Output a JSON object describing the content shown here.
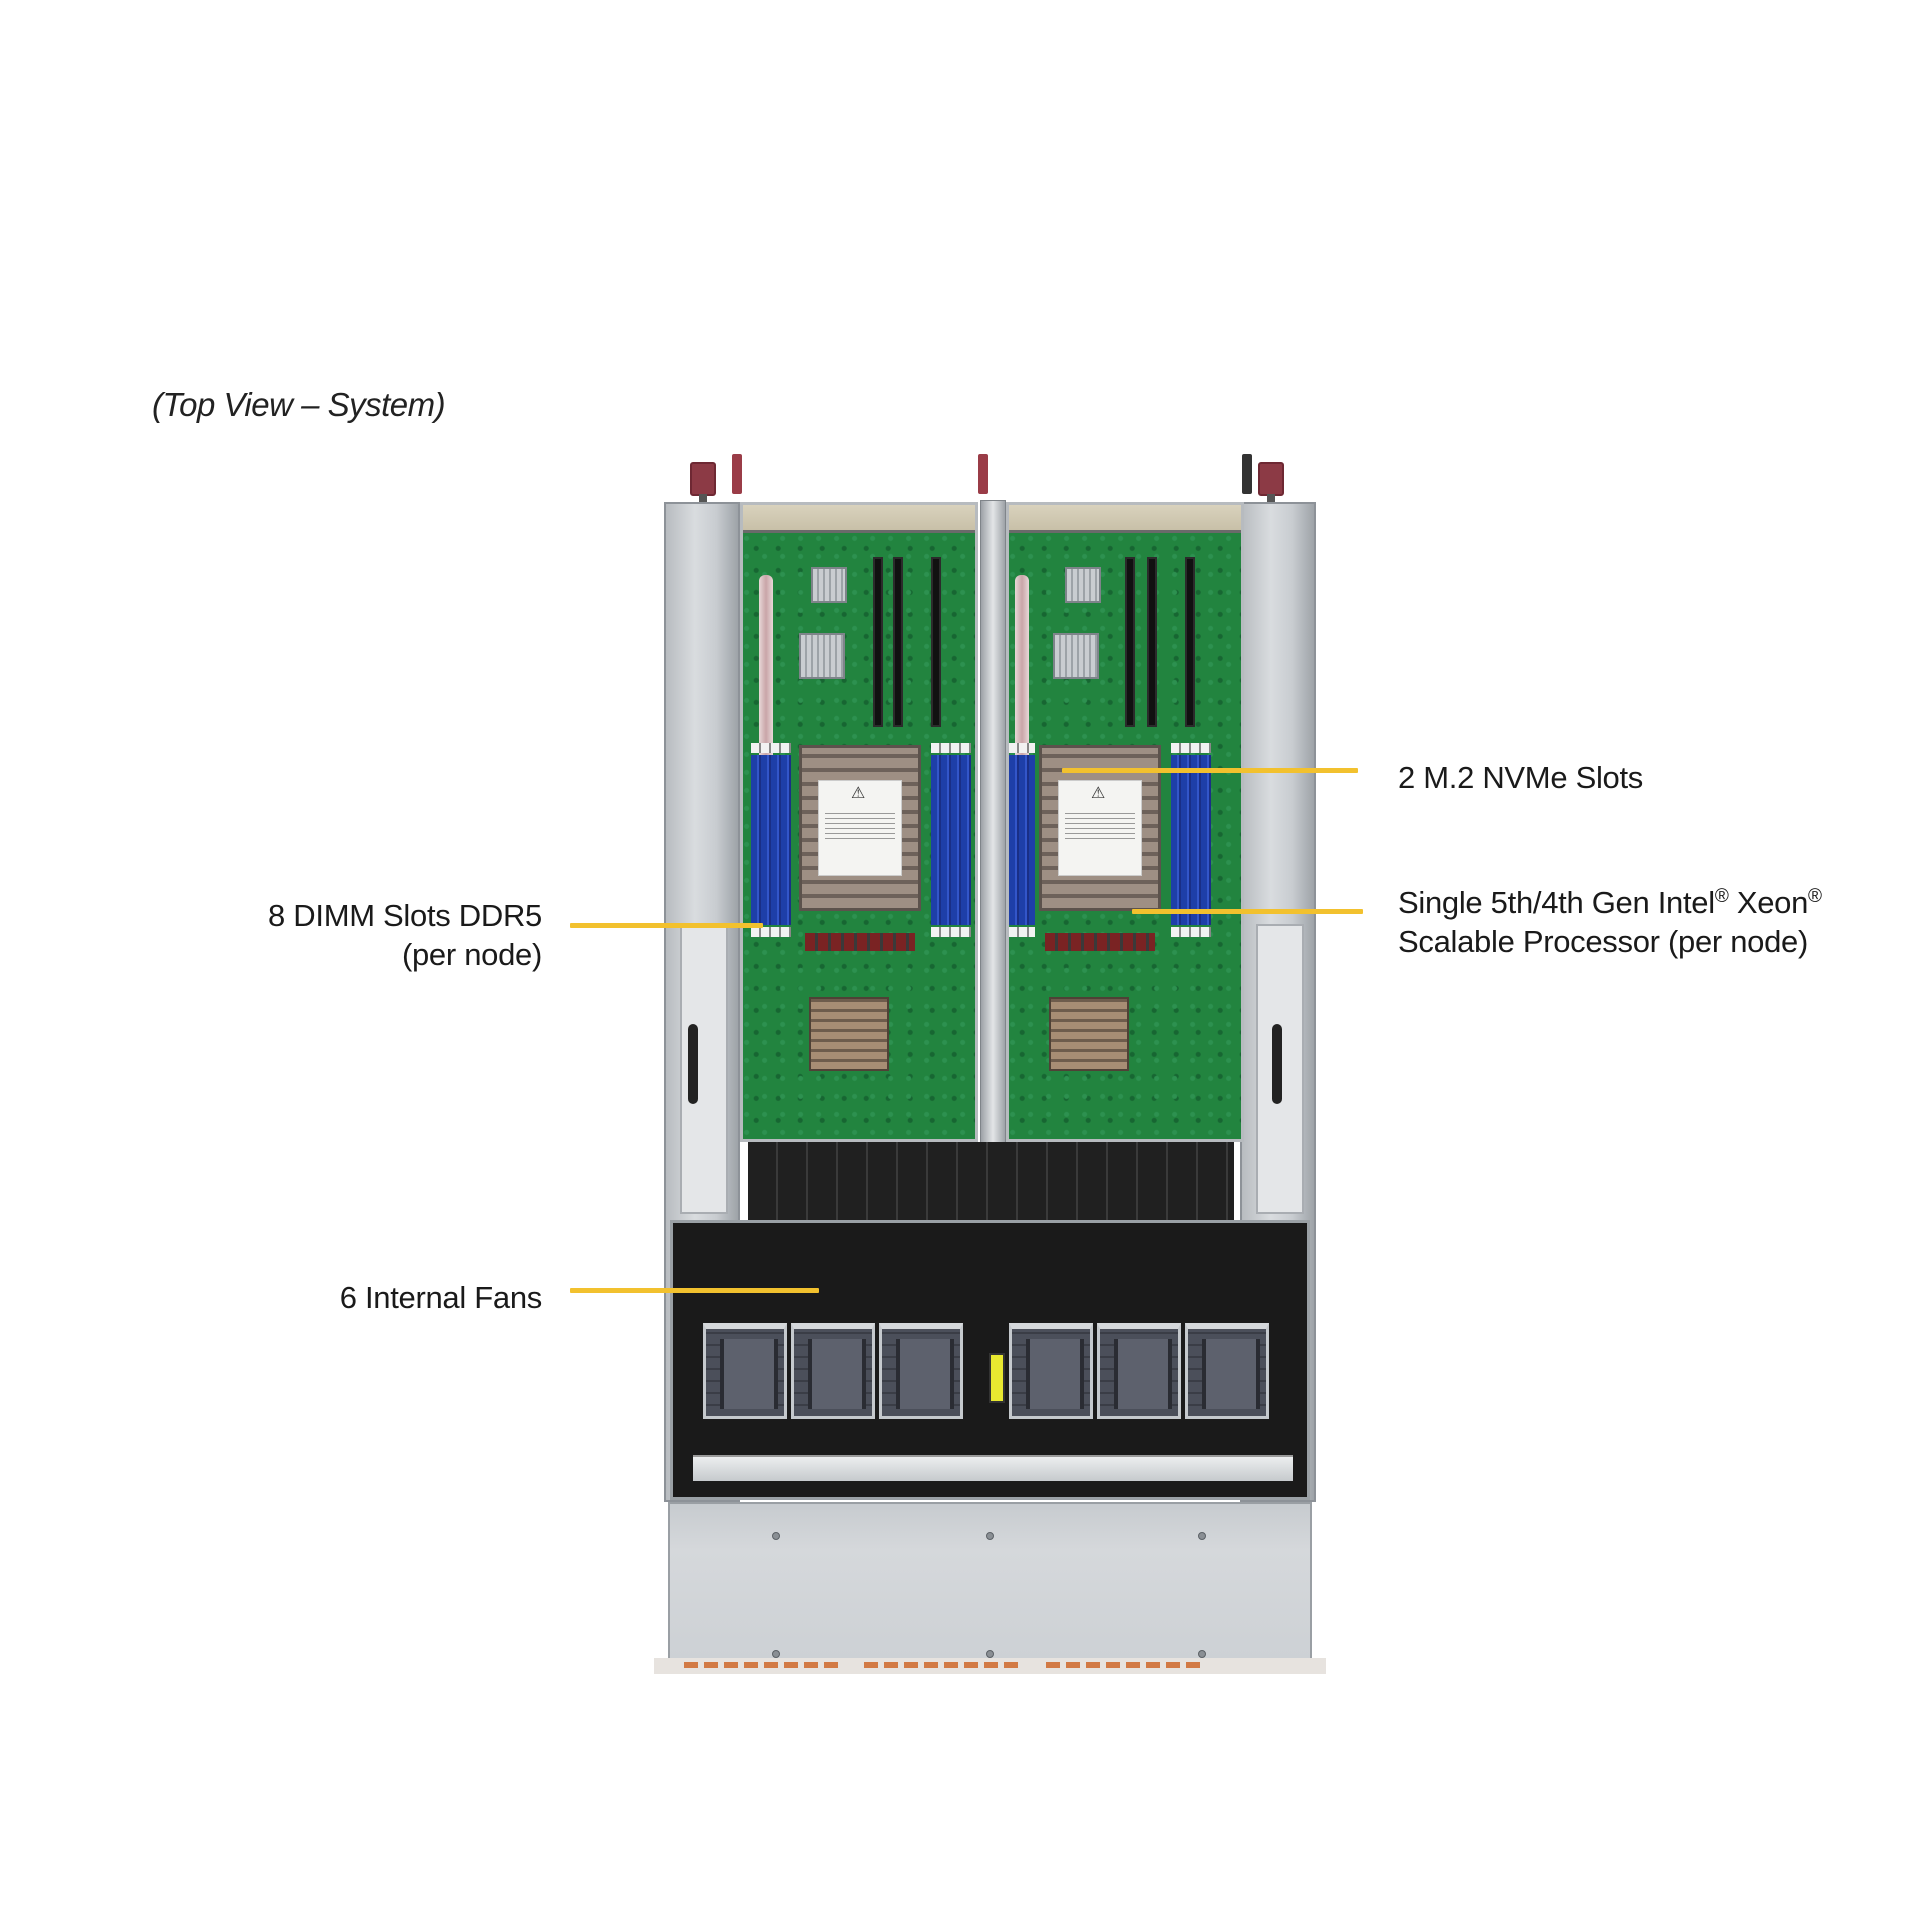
{
  "caption": "(Top View – System)",
  "callouts": {
    "nvme": {
      "text": "2 M.2 NVMe Slots"
    },
    "cpu": {
      "line1_a": "Single 5th/4th  Gen Intel",
      "reg": "®",
      "line1_b": " Xeon",
      "line1_c_reg": "®",
      "line2": "Scalable Processor (per node)"
    },
    "dimm": {
      "line1": "8 DIMM  Slots DDR5",
      "line2": "(per node)"
    },
    "fans": {
      "text": "6 Internal  Fans"
    }
  },
  "colors": {
    "callout_line": "#f2c12e",
    "text": "#1a1a1a",
    "background": "#ffffff"
  },
  "system": {
    "nodes": 2,
    "fans": 6,
    "dimm_slots_per_node": 8,
    "m2_slots": 2
  }
}
